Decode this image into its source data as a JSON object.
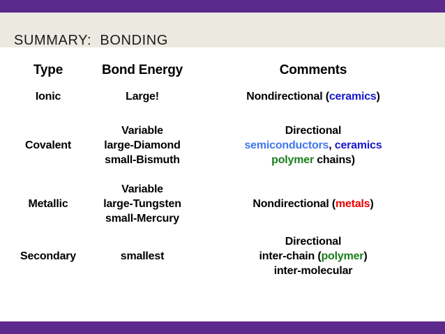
{
  "slide": {
    "title": "SUMMARY:  BONDING",
    "accent_bar_color": "#5B2A8C",
    "title_band_color": "#ECE9E1",
    "background_color": "#FFFFFF"
  },
  "keyword_colors": {
    "ceramics": "#1616CE",
    "semiconductors": "#4176EE",
    "polymer": "#1A7D1A",
    "metals": "#EE0000"
  },
  "table": {
    "headers": {
      "type": "Type",
      "bond_energy": "Bond Energy",
      "comments": "Comments"
    },
    "rows": [
      {
        "type": "Ionic",
        "bond_energy": [
          "Large!"
        ],
        "comments": [
          {
            "line_id": "ionic-c1",
            "pre": "Nondirectional (",
            "kw": "ceramics",
            "post": ")"
          }
        ]
      },
      {
        "type": "Covalent",
        "bond_energy": [
          "Variable",
          "large-Diamond",
          "small-Bismuth"
        ],
        "comments": [
          {
            "line_id": "cov-c1",
            "pre": "Directional",
            "kw": "",
            "post": ""
          },
          {
            "line_id": "cov-c2",
            "pre": "",
            "kw": "semiconductors",
            "mid": ", ",
            "kw2": "ceramics",
            "post": ""
          },
          {
            "line_id": "cov-c3",
            "pre": "",
            "kw": "polymer",
            "post": " chains)"
          }
        ]
      },
      {
        "type": "Metallic",
        "bond_energy": [
          "Variable",
          "large-Tungsten",
          "small-Mercury"
        ],
        "comments": [
          {
            "line_id": "met-c1",
            "pre": "Nondirectional (",
            "kw": "metals",
            "post": ")"
          }
        ]
      },
      {
        "type": "Secondary",
        "bond_energy": [
          "smallest"
        ],
        "comments": [
          {
            "line_id": "sec-c1",
            "pre": "Directional",
            "kw": "",
            "post": ""
          },
          {
            "line_id": "sec-c2",
            "pre": "inter-chain (",
            "kw": "polymer",
            "post": ")"
          },
          {
            "line_id": "sec-c3",
            "pre": "inter-molecular",
            "kw": "",
            "post": ""
          }
        ]
      }
    ]
  },
  "text": {
    "t_type": "Type",
    "t_bond_energy": "Bond Energy",
    "t_comments": "Comments",
    "ionic_type": "Ionic",
    "ionic_energy_1": "Large!",
    "ionic_com_pre": "Nondirectional (",
    "ionic_com_kw": "ceramics",
    "ionic_com_post": ")",
    "cov_type": "Covalent",
    "cov_energy_1": "Variable",
    "cov_energy_2": "large-Diamond",
    "cov_energy_3": "small-Bismuth",
    "cov_com_1": "Directional",
    "cov_com_2_kw1": "semiconductors",
    "cov_com_2_mid": ", ",
    "cov_com_2_kw2": "ceramics",
    "cov_com_3_kw": "polymer",
    "cov_com_3_post": " chains)",
    "met_type": "Metallic",
    "met_energy_1": "Variable",
    "met_energy_2": "large-Tungsten",
    "met_energy_3": "small-Mercury",
    "met_com_pre": "Nondirectional (",
    "met_com_kw": "metals",
    "met_com_post": ")",
    "sec_type": "Secondary",
    "sec_energy_1": "smallest",
    "sec_com_1": "Directional",
    "sec_com_2_pre": "inter-chain (",
    "sec_com_2_kw": "polymer",
    "sec_com_2_post": ")",
    "sec_com_3": "inter-molecular"
  }
}
